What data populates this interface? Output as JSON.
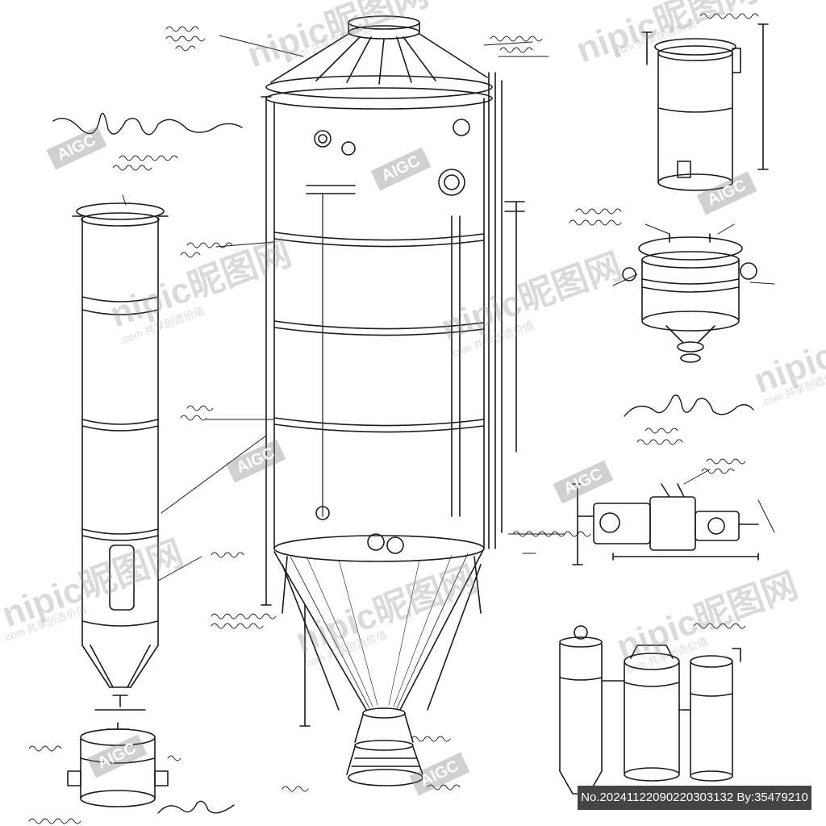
{
  "watermark": {
    "brand": "nipic昵图网",
    "tagline": ".com 共享创造价值",
    "aigc": "AIGC"
  },
  "footer": {
    "image_id": "No.20241122090220303132 By:35479210"
  },
  "colors": {
    "ink": "#1a1a1a",
    "watermark": "#969696",
    "footer_bg": "#444444"
  },
  "figures": [
    "main-silo",
    "left-tall-column",
    "left-bottom-pot",
    "top-right-cylinder",
    "right-lidded-vessel",
    "right-machinery",
    "bottom-right-tank-group"
  ]
}
